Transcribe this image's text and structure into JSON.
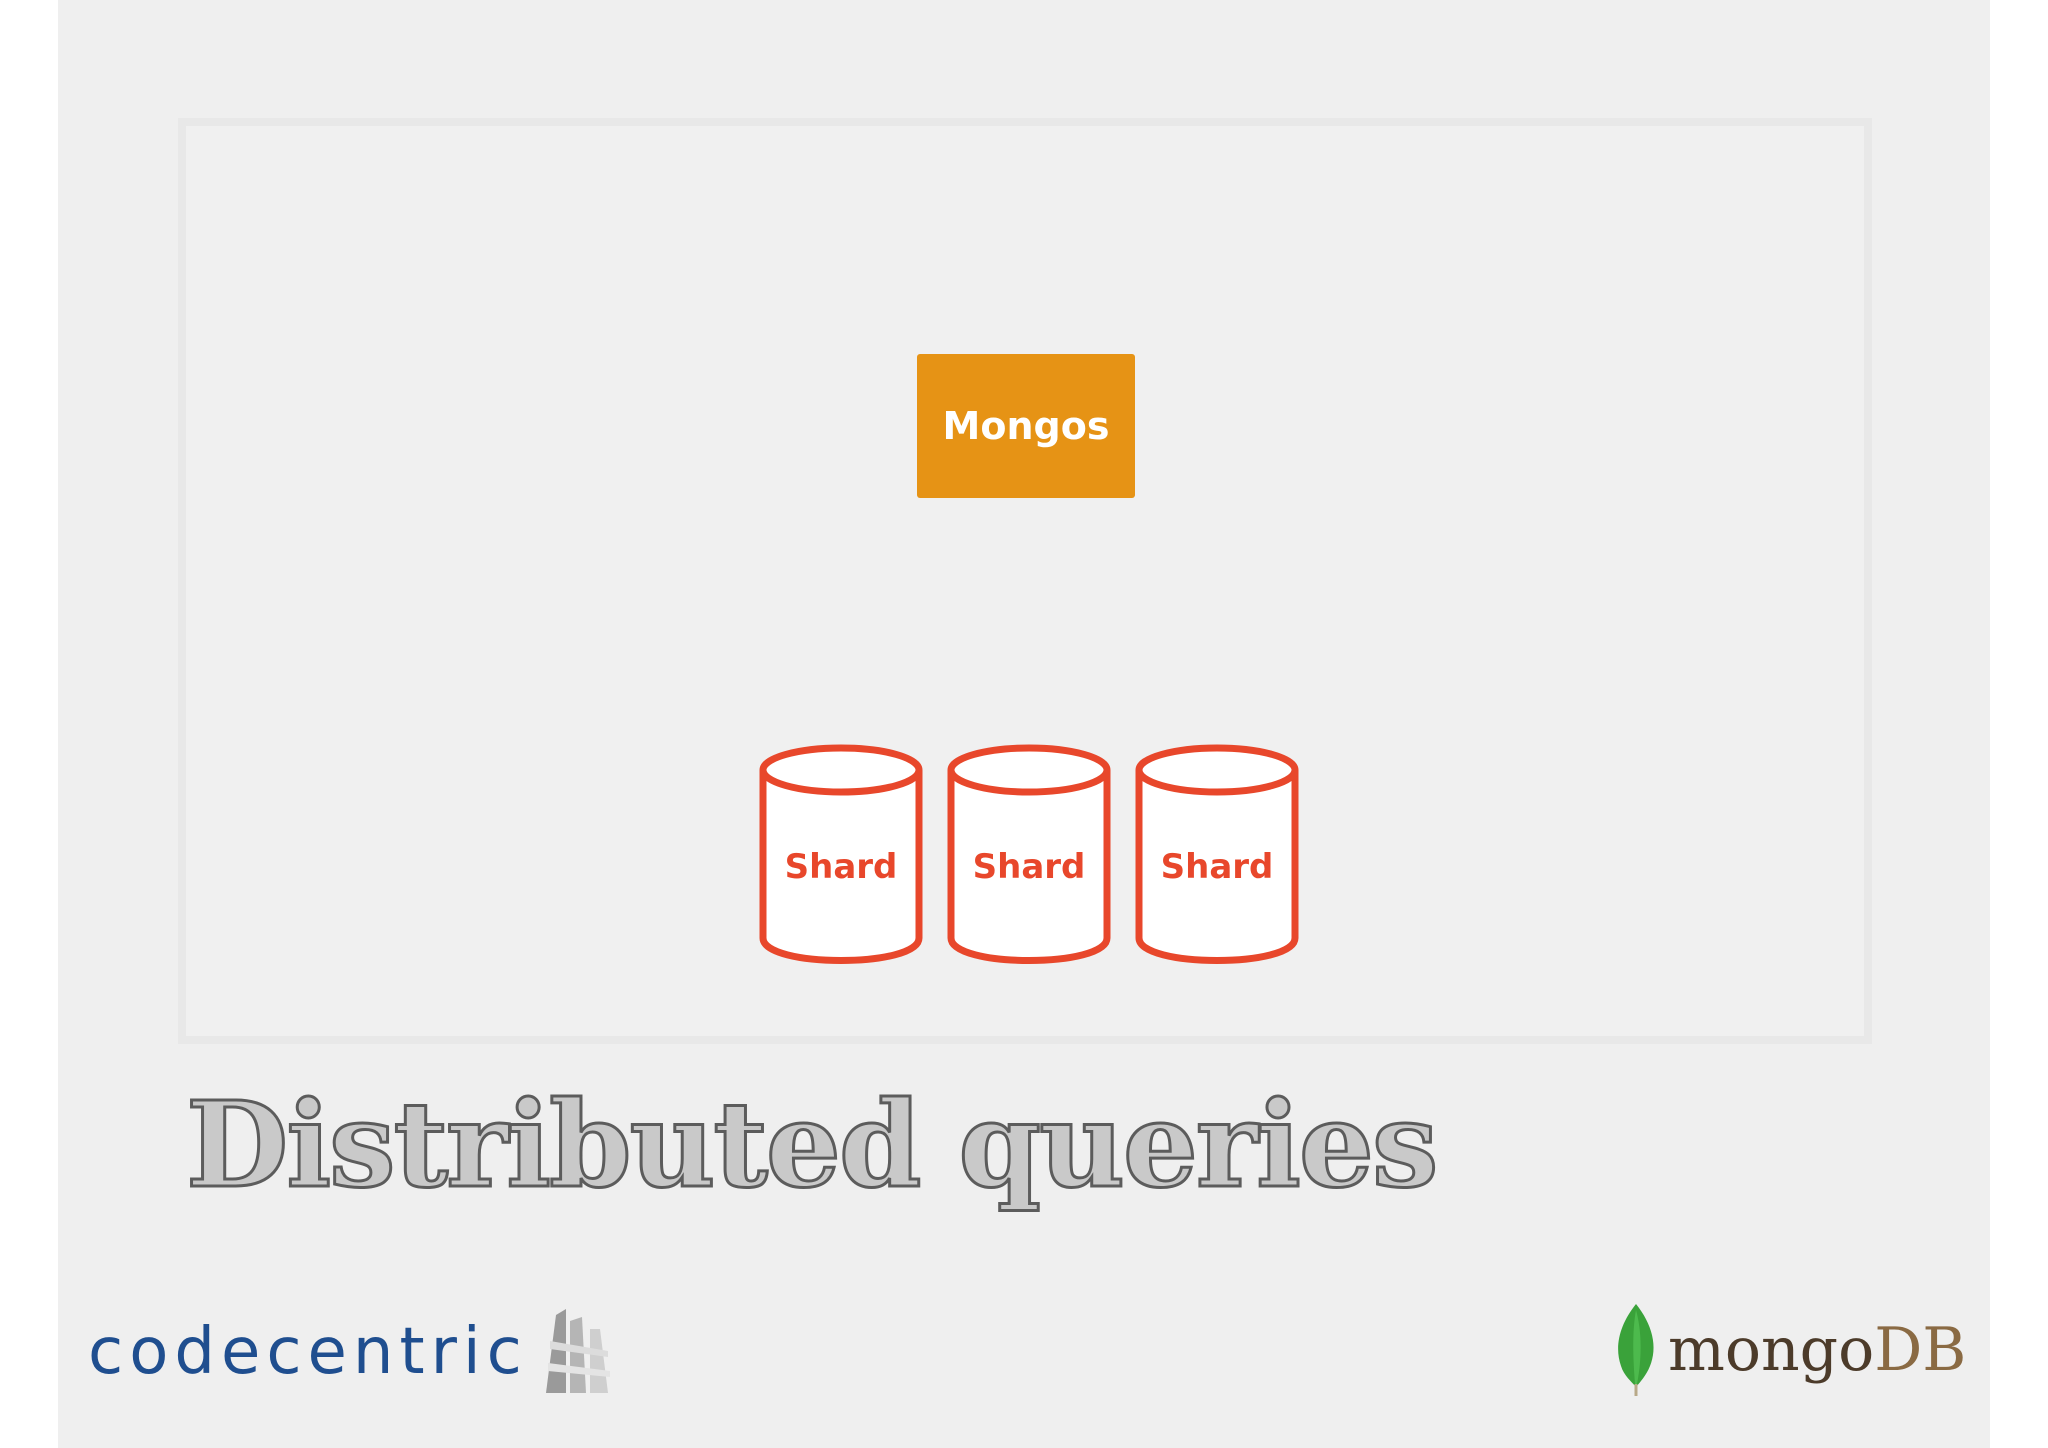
{
  "diagram": {
    "router": {
      "label": "Mongos",
      "color": "#e69315"
    },
    "shards": [
      {
        "label": "Shard"
      },
      {
        "label": "Shard"
      },
      {
        "label": "Shard"
      }
    ],
    "shard_color": "#e8472b"
  },
  "slide": {
    "title": "Distributed queries"
  },
  "logos": {
    "left": {
      "text": "codecentric",
      "icon": "codecentric-wings-icon"
    },
    "right": {
      "text_main": "mongo",
      "text_suffix": "DB",
      "icon": "mongodb-leaf-icon"
    }
  }
}
